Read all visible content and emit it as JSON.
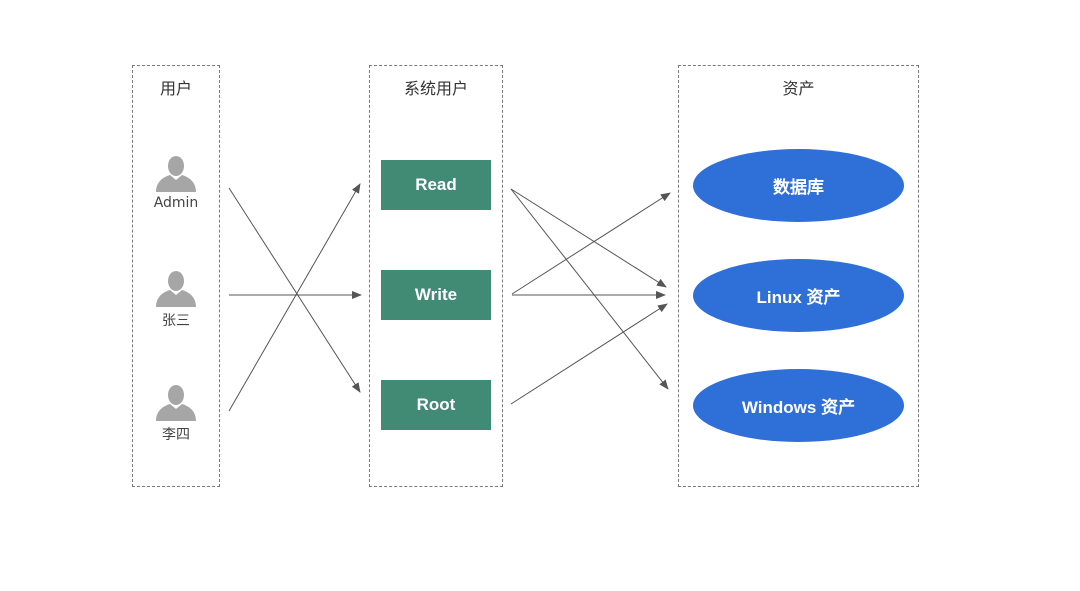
{
  "groups": {
    "users": {
      "title": "用户",
      "items": [
        {
          "label": "Admin"
        },
        {
          "label": "张三"
        },
        {
          "label": "李四"
        }
      ]
    },
    "system_users": {
      "title": "系统用户",
      "items": [
        {
          "label": "Read"
        },
        {
          "label": "Write"
        },
        {
          "label": "Root"
        }
      ]
    },
    "assets": {
      "title": "资产",
      "items": [
        {
          "label": "数据库"
        },
        {
          "label": "Linux 资产"
        },
        {
          "label": "Windows 资产"
        }
      ]
    }
  },
  "colors": {
    "role_fill": "#418a74",
    "asset_fill": "#2f6fd8",
    "user_icon": "#a6a6a6",
    "border": "#7a7a7a",
    "arrow": "#555555"
  },
  "edges": [
    {
      "from": "Admin",
      "to": "Root"
    },
    {
      "from": "张三",
      "to": "Write"
    },
    {
      "from": "李四",
      "to": "Read"
    },
    {
      "from": "Read",
      "to": "Linux 资产"
    },
    {
      "from": "Read",
      "to": "Windows 资产"
    },
    {
      "from": "Write",
      "to": "数据库"
    },
    {
      "from": "Write",
      "to": "Linux 资产"
    },
    {
      "from": "Root",
      "to": "Linux 资产"
    }
  ]
}
